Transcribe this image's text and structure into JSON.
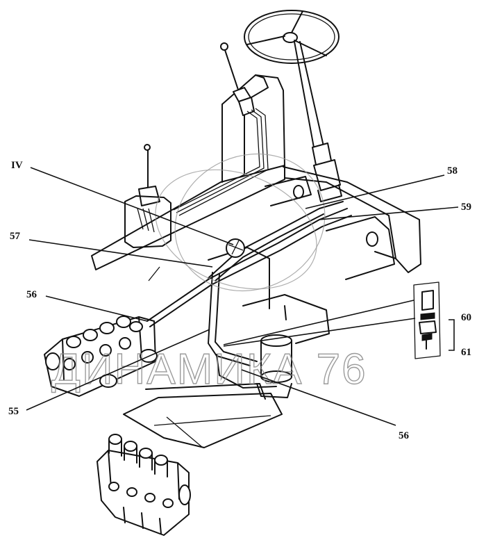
{
  "callouts": {
    "iv": "IV",
    "c57": "57",
    "c56_left": "56",
    "c55": "55",
    "c58": "58",
    "c59": "59",
    "c60": "60",
    "c61": "61",
    "c56_bottom": "56"
  },
  "watermark": {
    "text": "ДИНАМИКА 76"
  },
  "colors": {
    "line": "#111111",
    "background": "#ffffff",
    "watermark": "#8a8a8a"
  }
}
